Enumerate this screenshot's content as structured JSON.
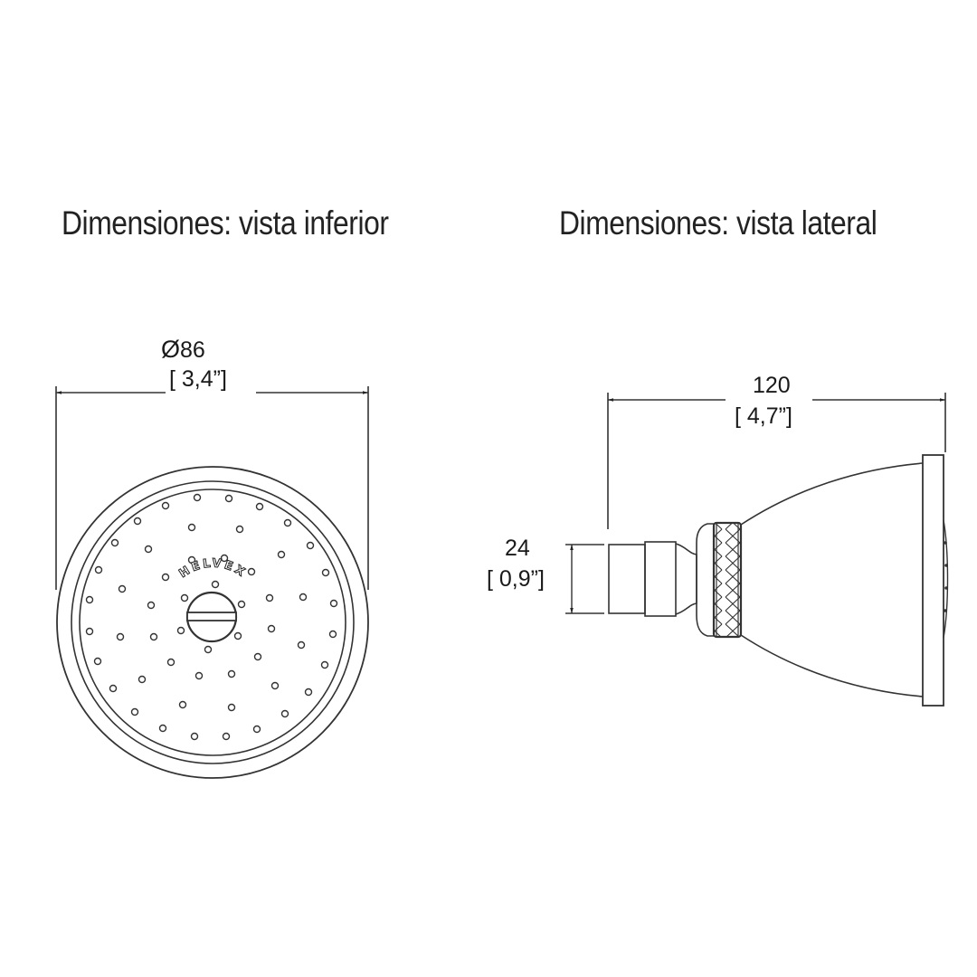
{
  "titles": {
    "bottom_view": "Dimensiones: vista inferior",
    "side_view": "Dimensiones: vista lateral"
  },
  "bottom_view": {
    "diameter": {
      "symbol": "Ø",
      "value_mm": "86",
      "value_in": "[ 3,4”]"
    },
    "brand_mark": "HELVEX",
    "spray_holes_icon": "spray-nozzle-holes",
    "center_knob_icon": "slotted-center-knob"
  },
  "side_view": {
    "length": {
      "value_mm": "120",
      "value_in": "[ 4,7”]"
    },
    "connector_height": {
      "value_mm": "24",
      "value_in": "[ 0,9”]"
    },
    "knurled_ring_icon": "knurled-swivel-ring"
  },
  "colors": {
    "line": "#333333",
    "text": "#1a1a1a",
    "background": "#ffffff"
  }
}
